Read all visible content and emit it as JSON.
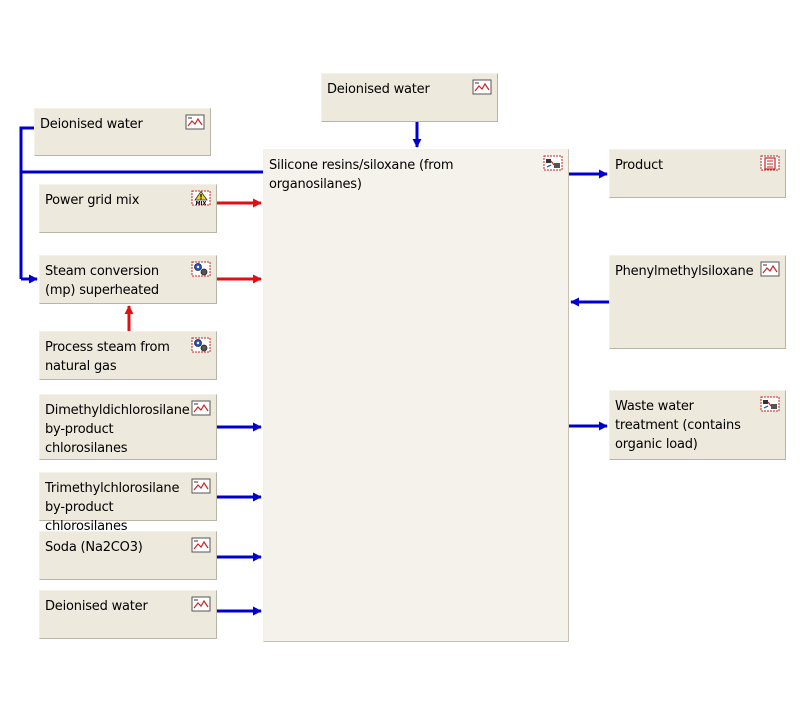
{
  "colors": {
    "flow_blue": "#0000cc",
    "flow_red": "#dd1111",
    "box_fill": "#ede9dc",
    "main_fill": "#f4f2ea"
  },
  "nodes": {
    "main": {
      "label": "Silicone resins/siloxane (from\norganosilanes)",
      "icon": "process-plan-icon"
    },
    "deionised_water_top": {
      "label": "Deionised  water",
      "icon": "dataset-icon"
    },
    "deionised_water_left": {
      "label": "Deionised  water",
      "icon": "dataset-icon"
    },
    "power_grid_mix": {
      "label": "Power grid mix",
      "icon": "mix-warning-icon"
    },
    "steam_conversion": {
      "label": "Steam conversion\n(mp) superheated",
      "icon": "process-gear-icon"
    },
    "process_steam": {
      "label": "Process steam from\nnatural gas",
      "icon": "process-gear-icon"
    },
    "dimethyldichlorosilane": {
      "label": "Dimethyldichlorosilane\nby-product chlorosilanes",
      "icon": "dataset-icon"
    },
    "trimethylchlorosilane": {
      "label": "Trimethylchlorosilane\nby-product chlorosilanes",
      "icon": "dataset-icon"
    },
    "soda": {
      "label": "Soda (Na2CO3)",
      "icon": "dataset-icon"
    },
    "deionised_water_bottom": {
      "label": "Deionised  water",
      "icon": "dataset-icon"
    },
    "product": {
      "label": "Product",
      "icon": "product-icon"
    },
    "phenylmethylsiloxane": {
      "label": "Phenylmethylsiloxane",
      "icon": "dataset-icon"
    },
    "waste_water": {
      "label": "Waste water\ntreatment (contains\norganic load)",
      "icon": "process-plan-icon"
    }
  }
}
